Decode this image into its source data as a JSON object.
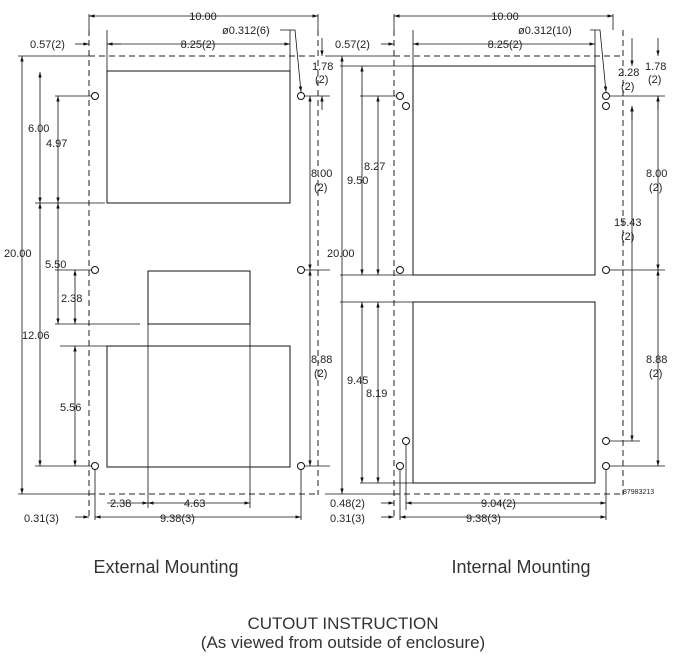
{
  "captions": {
    "external": "External Mounting",
    "internal": "Internal Mounting",
    "title": "CUTOUT INSTRUCTION",
    "subtitle": "(As viewed from outside of enclosure)"
  },
  "external": {
    "overall_width": "10.00",
    "inner_width": "8.25(2)",
    "left_offset": "0.57(2)",
    "hole_dia": "ø0.312(6)",
    "top_offset": "1.78",
    "top_offset_qty": "(2)",
    "overall_height": "20.00",
    "dim_6_00": "6.00",
    "dim_4_97": "4.97",
    "dim_5_50": "5.50",
    "dim_2_38_v": "2.38",
    "dim_12_06": "12.06",
    "dim_5_56": "5.56",
    "right_8_00": "8.00",
    "right_8_00_qty": "(2)",
    "right_8_88": "8.88",
    "right_8_88_qty": "(2)",
    "bottom_2_38": "2.38",
    "bottom_4_63": "4.63",
    "bottom_left": "0.31(3)",
    "bottom_9_38": "9.38(3)"
  },
  "internal": {
    "overall_width": "10.00",
    "inner_width": "8.25(2)",
    "left_offset": "0.57(2)",
    "hole_dia": "ø0.312(10)",
    "top_2_28": "2.28",
    "top_2_28_qty": "(2)",
    "top_1_78": "1.78",
    "top_1_78_qty": "(2)",
    "overall_height": "20.00",
    "dim_9_50": "9.50",
    "dim_8_27": "8.27",
    "dim_9_45": "9.45",
    "dim_8_19": "8.19",
    "right_8_00": "8.00",
    "right_8_00_qty": "(2)",
    "right_15_43": "15.43",
    "right_15_43_qty": "(2)",
    "right_8_88": "8.88",
    "right_8_88_qty": "(2)",
    "bottom_left_a": "0.48(2)",
    "bottom_left_b": "0.31(3)",
    "bottom_9_04": "9.04(2)",
    "bottom_9_38": "9.38(3)",
    "ref": "87983213"
  }
}
